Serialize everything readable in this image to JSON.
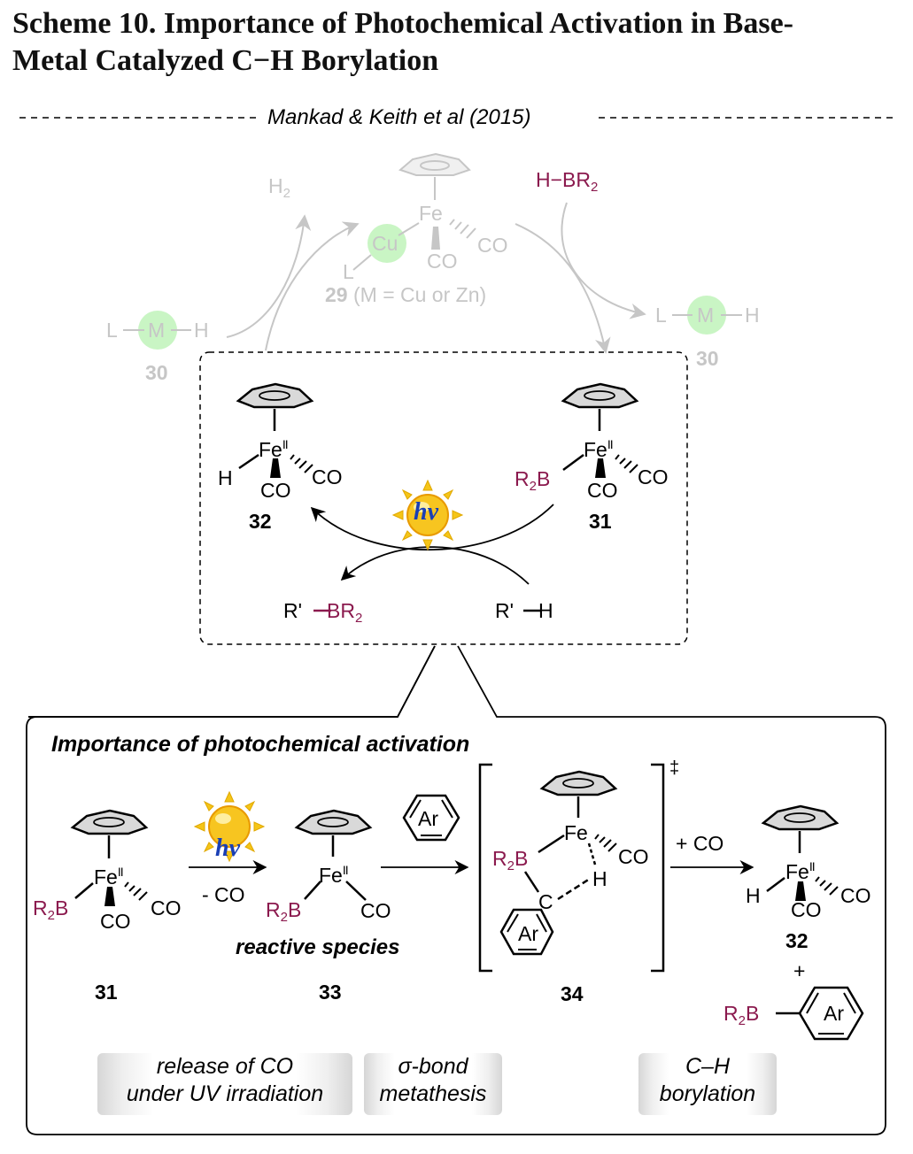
{
  "title": {
    "line1": "Scheme 10. Importance of Photochemical Activation in Base-",
    "line2": "Metal Catalyzed C−H Borylation"
  },
  "citation": "Mankad & Keith et al (2015)",
  "top_cycle": {
    "h2": "H",
    "h2_sub": "2",
    "borane": "H−BR",
    "borane_sub": "2",
    "cu": "Cu",
    "fe": "Fe",
    "co": "CO",
    "l": "L",
    "lmh_l": "L",
    "lmh_m": "M",
    "lmh_h": "H",
    "compound_29": "29",
    "compound_29_note": "(M = Cu or Zn)",
    "compound_30": "30"
  },
  "inset": {
    "fe": "Fe",
    "ox": "II",
    "co": "CO",
    "h": "H",
    "r2b": "R",
    "r2b_sub": "2",
    "r2b_b": "B",
    "compound_32": "32",
    "compound_31": "31",
    "hv": "hν",
    "product_r": "R'",
    "product_br2": "BR",
    "product_br2_sub": "2",
    "substrate": "R'",
    "substrate_h": "H"
  },
  "panel": {
    "heading": "Importance of photochemical activation",
    "minus_co": "- CO",
    "plus_co": "+ CO",
    "ar": "Ar",
    "c": "C",
    "dagger": "‡",
    "reactive_species": "reactive species",
    "plus": "+",
    "compound_31": "31",
    "compound_33": "33",
    "compound_34": "34",
    "compound_32": "32",
    "tags": [
      {
        "line1": "release of CO",
        "line2": "under UV irradiation"
      },
      {
        "line1": "σ-bond",
        "line2": "metathesis"
      },
      {
        "line1": "C–H",
        "line2": "borylation"
      }
    ]
  },
  "colors": {
    "boron": "#8b1a4e",
    "ghost": "#c6c6c6",
    "sun": "#f5c518",
    "hv": "#1a3fb5",
    "highlight": "#c9f5c4"
  }
}
